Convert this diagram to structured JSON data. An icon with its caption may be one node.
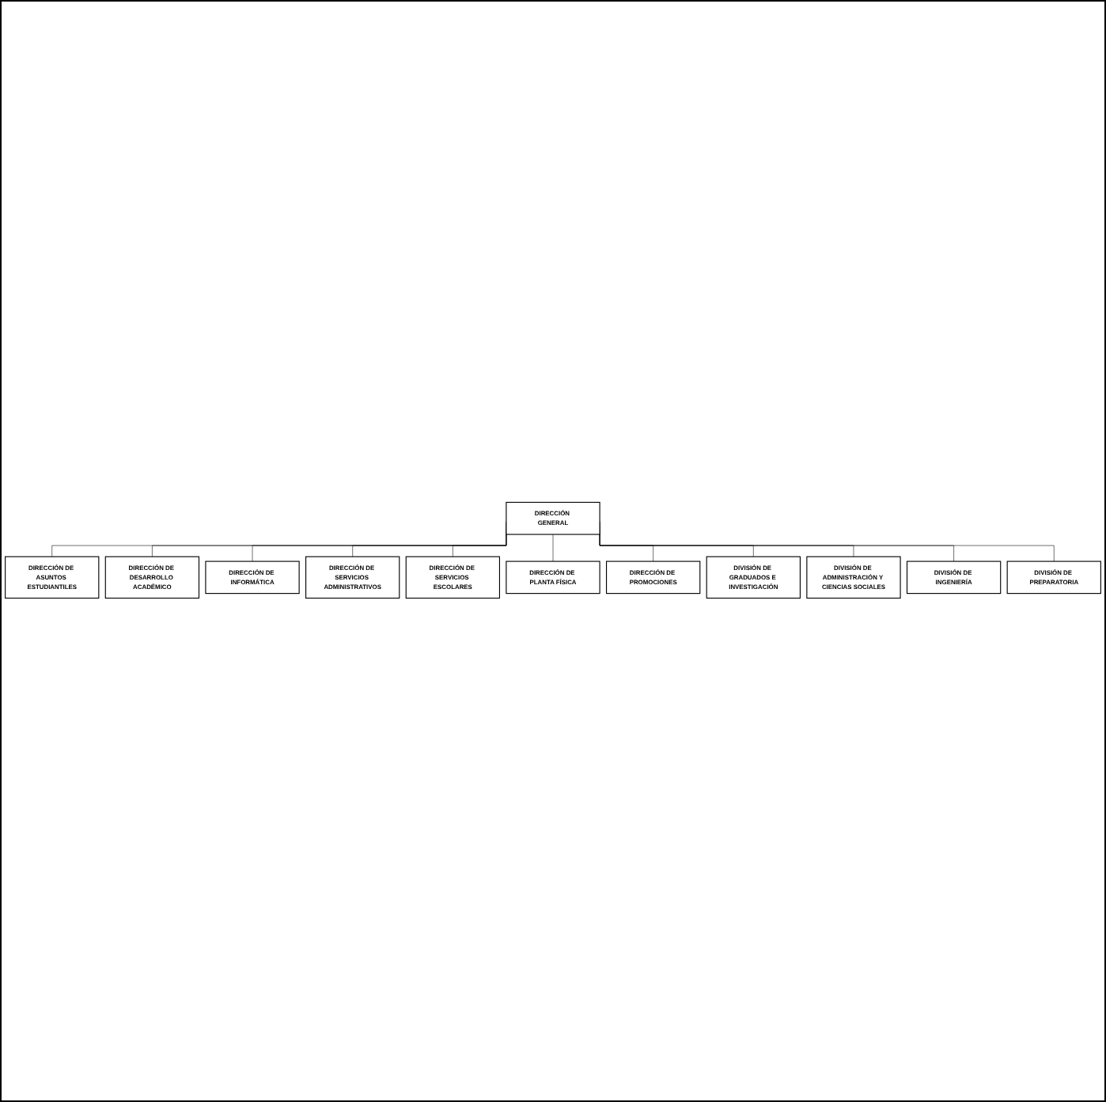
{
  "diagram": {
    "nodes": [
      {
        "text": [
          "DIRECCIÓN GENERAL"
        ]
      },
      {
        "text": [
          "DIRECCIÓN DE ASUNTOS ESTUDIANTILES"
        ]
      },
      {
        "text": [
          "DIRECCIÓN DE DESARROLLO ACADÉMICO"
        ]
      },
      {
        "text": [
          "DIRECCIÓN DE INFORMÁTICA"
        ]
      },
      {
        "text": [
          "DIRECCIÓN DE SERVICIOS ADMINISTRATIVOS"
        ]
      },
      {
        "text": [
          "DIRECCIÓN DE SERVICIOS ESCOLARES"
        ]
      },
      {
        "text": [
          "DIRECCIÓN DE PLANTA FÍSICA"
        ]
      },
      {
        "text": [
          "DIRECCIÓN DE PROMOCIONES"
        ]
      },
      {
        "text": [
          "DIVISIÓN DE GRADUADOS E INVESTIGACIÓN"
        ]
      },
      {
        "text": [
          "DIVISIÓN DE ADMINISTRACIÓN Y CIENCIAS SOCIALES"
        ]
      },
      {
        "text": [
          "DIVISIÓN DE INGENIERÍA"
        ]
      },
      {
        "text": [
          "DIVISIÓN DE PREPARATORIA"
        ]
      }
    ],
    "edges": [
      {
        "from": 0,
        "to": 1,
        "arrow": "none"
      },
      {
        "from": 0,
        "to": 2,
        "arrow": "none"
      },
      {
        "from": 0,
        "to": 3,
        "arrow": "none"
      },
      {
        "from": 0,
        "to": 4,
        "arrow": "none"
      },
      {
        "from": 0,
        "to": 5,
        "arrow": "none"
      },
      {
        "from": 0,
        "to": 6,
        "arrow": "none"
      },
      {
        "from": 0,
        "to": 7,
        "arrow": "none"
      },
      {
        "from": 0,
        "to": 8,
        "arrow": "none"
      },
      {
        "from": 0,
        "to": 9,
        "arrow": "none"
      },
      {
        "from": 0,
        "to": 10,
        "arrow": "none"
      },
      {
        "from": 0,
        "to": 11,
        "arrow": "none"
      }
    ]
  }
}
